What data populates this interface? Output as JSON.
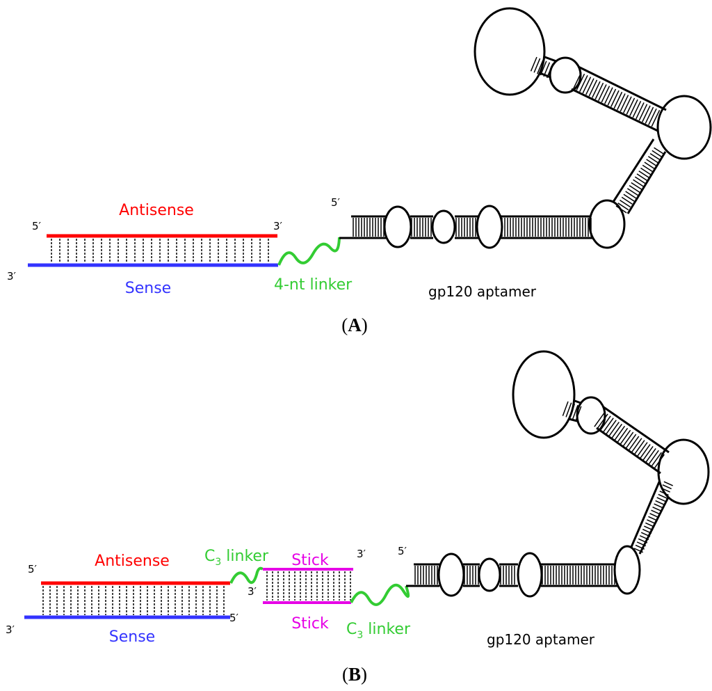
{
  "panel_a": {
    "label_open": "(",
    "label_letter": "A",
    "label_close": ")",
    "antisense": "Antisense",
    "sense": "Sense",
    "prime_5_top": "5′",
    "prime_3_top": "3′",
    "prime_3_bottom": "3′",
    "aptamer_5": "5′",
    "linker": "4-nt linker",
    "aptamer": "gp120  aptamer"
  },
  "panel_b": {
    "label_open": "(",
    "label_letter": "B",
    "label_close": ")",
    "antisense": "Antisense",
    "sense": "Sense",
    "prime_5_top": "5′",
    "prime_3_bottom": "3′",
    "prime_5_sense_end": "5′",
    "linker1_c": "C",
    "linker1_sub": "3",
    "linker1_word": " linker",
    "stick_top": "Stick",
    "stick_bottom": "Stick",
    "stick_3_top": "3′",
    "stick_3_bottom": "3′",
    "aptamer_5": "5′",
    "linker2_c": "C",
    "linker2_sub": "3",
    "linker2_word": " linker",
    "aptamer": "gp120 aptamer"
  },
  "colors": {
    "antisense": "#ff0000",
    "sense": "#3333ff",
    "linker": "#33cc33",
    "stick": "#e600e6",
    "structure": "#000000"
  }
}
